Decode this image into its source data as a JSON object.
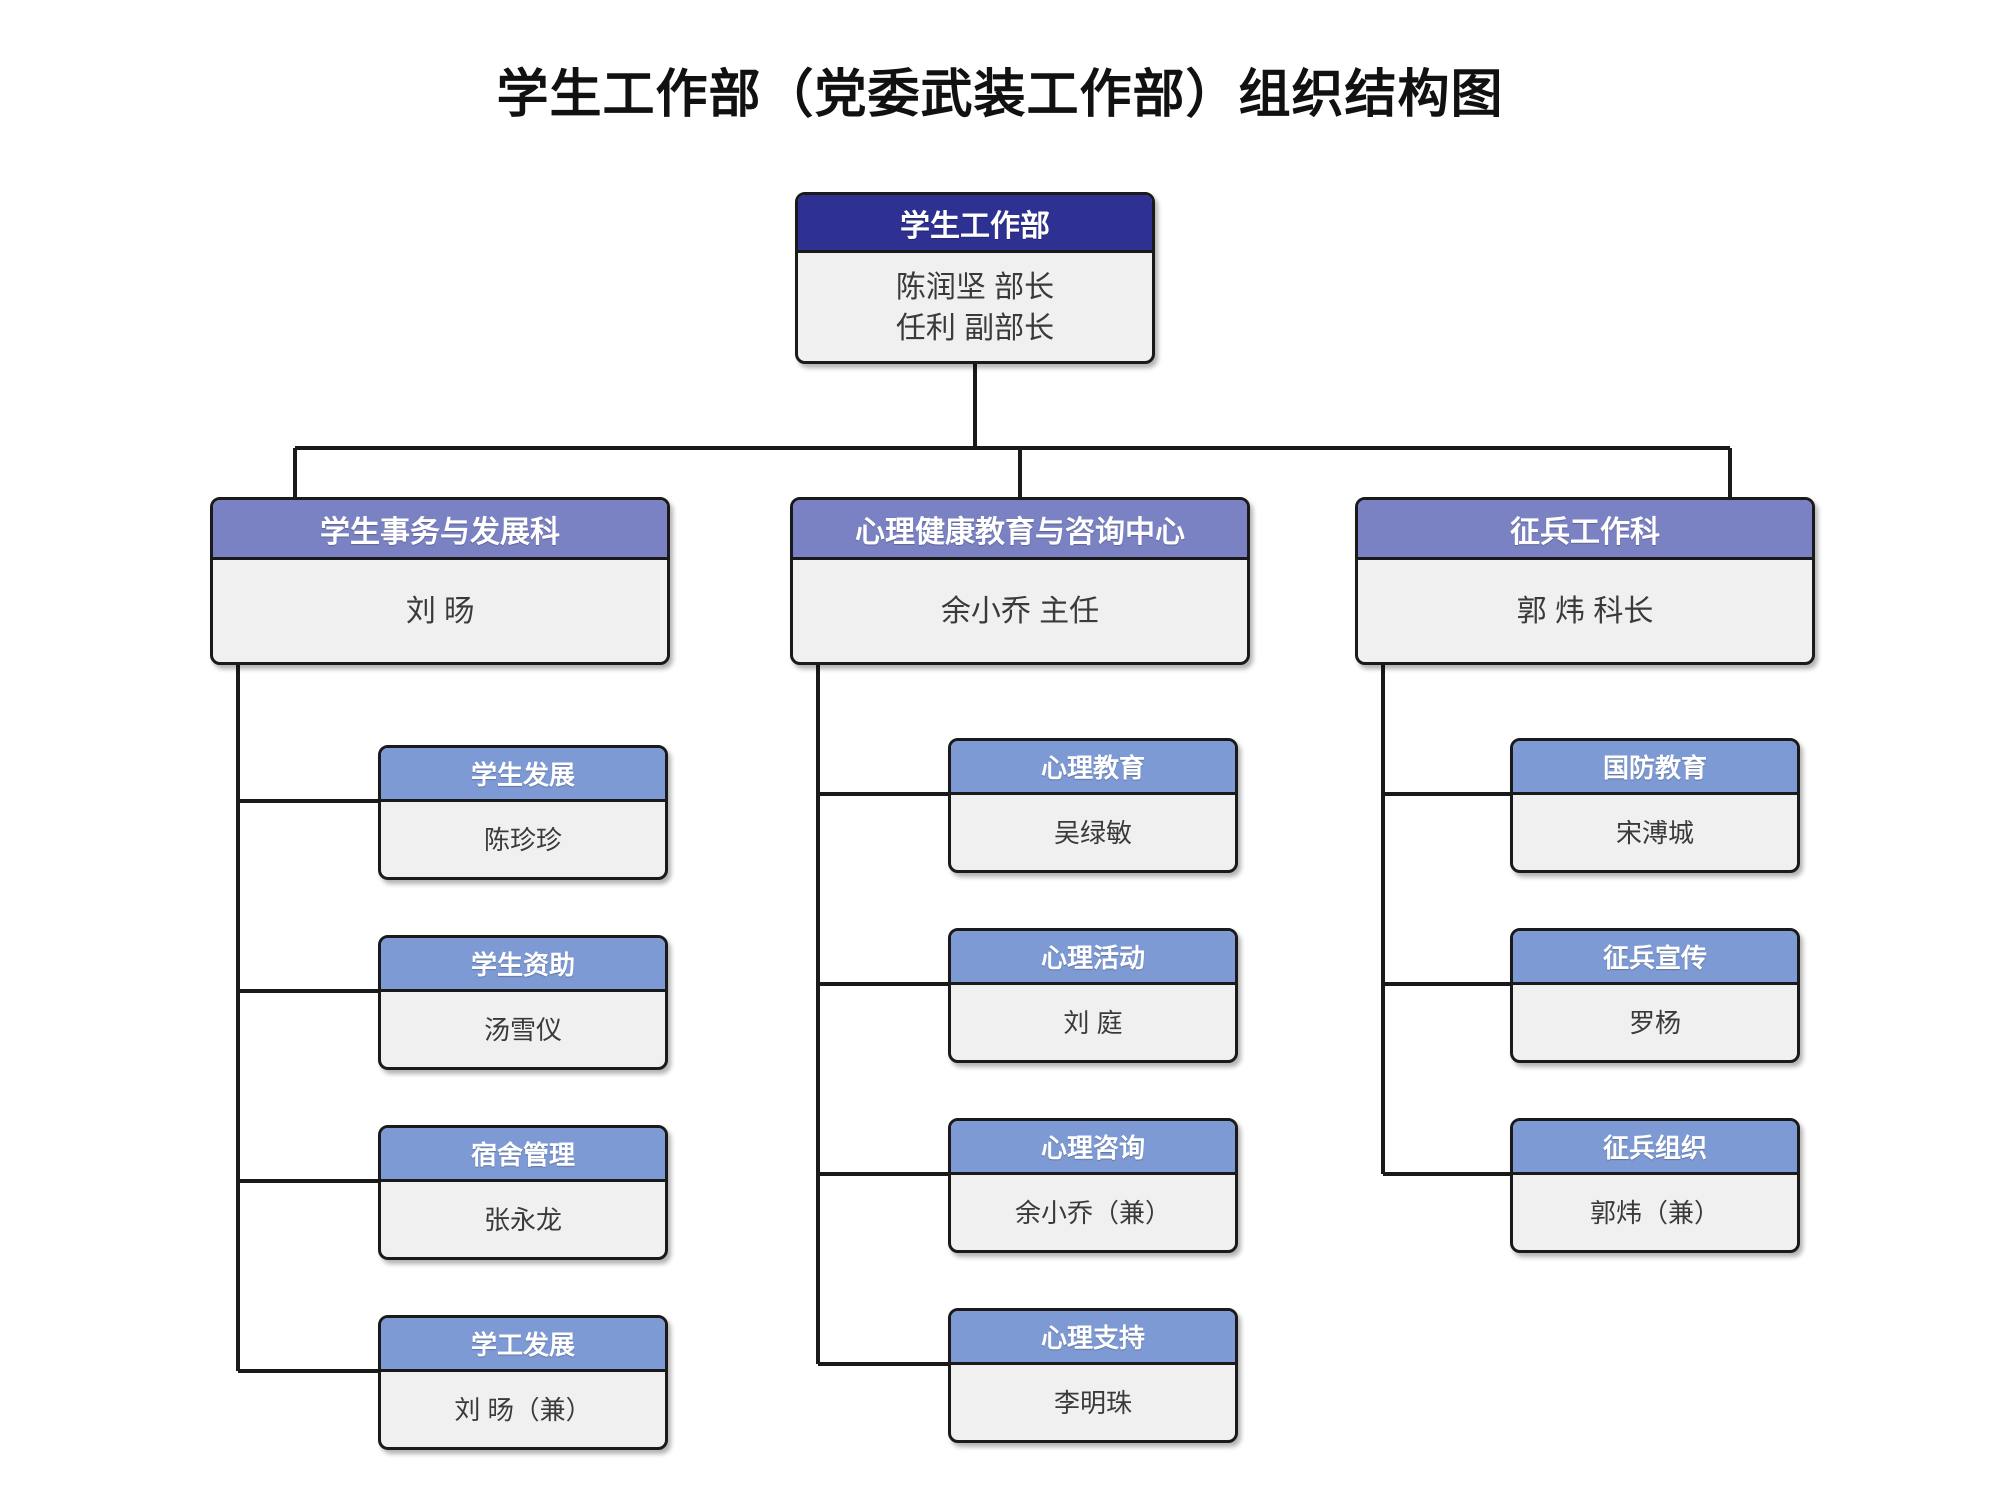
{
  "title": "学生工作部（党委武装工作部）组织结构图",
  "colors": {
    "root_header": "#2E3192",
    "department_header": "#7b82c4",
    "unit_header": "#7e9ad4",
    "body_fill": "#f0f0f0",
    "border": "#1a1a1a",
    "title_text": "#111111",
    "body_text": "#3a3a3a"
  },
  "root": {
    "header": "学生工作部",
    "lines": [
      "陈润坚 部长",
      "任利 副部长"
    ]
  },
  "departments": [
    {
      "header": "学生事务与发展科",
      "lines": [
        "刘 旸"
      ],
      "units": [
        {
          "header": "学生发展",
          "lines": [
            "陈珍珍"
          ]
        },
        {
          "header": "学生资助",
          "lines": [
            "汤雪仪"
          ]
        },
        {
          "header": "宿舍管理",
          "lines": [
            "张永龙"
          ]
        },
        {
          "header": "学工发展",
          "lines": [
            "刘 旸（兼）"
          ]
        }
      ]
    },
    {
      "header": "心理健康教育与咨询中心",
      "lines": [
        "余小乔 主任"
      ],
      "units": [
        {
          "header": "心理教育",
          "lines": [
            "吴绿敏"
          ]
        },
        {
          "header": "心理活动",
          "lines": [
            "刘 庭"
          ]
        },
        {
          "header": "心理咨询",
          "lines": [
            "余小乔（兼）"
          ]
        },
        {
          "header": "心理支持",
          "lines": [
            "李明珠"
          ]
        }
      ]
    },
    {
      "header": "征兵工作科",
      "lines": [
        "郭 炜 科长"
      ],
      "units": [
        {
          "header": "国防教育",
          "lines": [
            "宋溥城"
          ]
        },
        {
          "header": "征兵宣传",
          "lines": [
            "罗杨"
          ]
        },
        {
          "header": "征兵组织",
          "lines": [
            "郭炜（兼）"
          ]
        }
      ]
    }
  ]
}
